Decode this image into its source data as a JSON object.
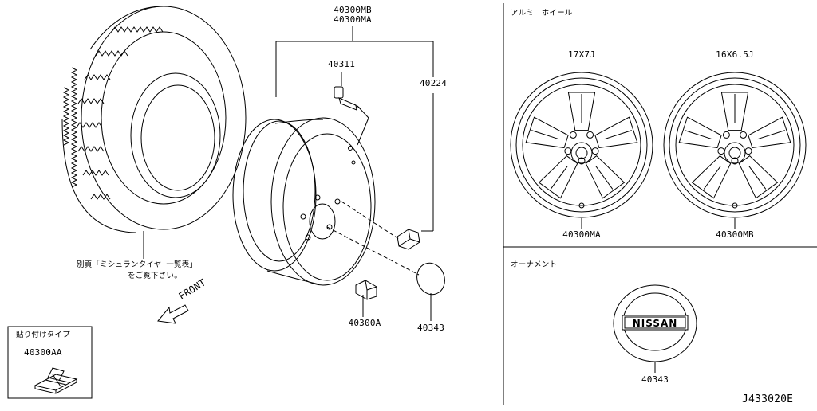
{
  "left_panel": {
    "tire_note_line1": "別頁「ミシュランタイヤ 一覧表」",
    "tire_note_line2": "をご覧下さい。",
    "front_label": "FRONT",
    "callouts": {
      "wheel_assembly_1": "40300MB",
      "wheel_assembly_2": "40300MA",
      "valve": "40311",
      "nut": "40224",
      "balance_weight": "40300A",
      "center_cap": "40343"
    },
    "inset": {
      "title": "貼り付けタイプ",
      "part": "40300AA"
    }
  },
  "alloy_panel": {
    "title": "アルミ　ホイール",
    "wheels": [
      {
        "size": "17X7J",
        "part": "40300MA"
      },
      {
        "size": "16X6.5J",
        "part": "40300MB"
      }
    ]
  },
  "ornament_panel": {
    "title": "オーナメント",
    "emblem_text": "NISSAN",
    "part": "40343"
  },
  "diagram_id": "J433020E"
}
